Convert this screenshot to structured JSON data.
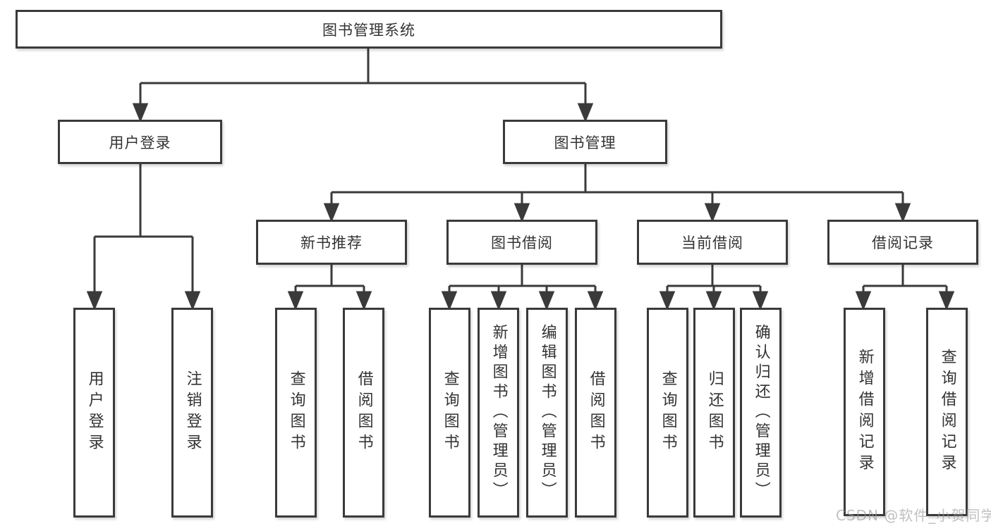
{
  "diagram": {
    "title": "图书管理系统",
    "level2": [
      {
        "label": "用户登录"
      },
      {
        "label": "图书管理"
      }
    ],
    "level3": [
      {
        "label": "新书推荐",
        "parent": "图书管理"
      },
      {
        "label": "图书借阅",
        "parent": "图书管理"
      },
      {
        "label": "当前借阅",
        "parent": "图书管理"
      },
      {
        "label": "借阅记录",
        "parent": "图书管理"
      }
    ],
    "leaves": [
      {
        "label": "用户登录",
        "parent": "用户登录"
      },
      {
        "label": "注销登录",
        "parent": "用户登录"
      },
      {
        "label": "查询图书",
        "parent": "新书推荐"
      },
      {
        "label": "借阅图书",
        "parent": "新书推荐"
      },
      {
        "label": "查询图书",
        "parent": "图书借阅"
      },
      {
        "label": "新增图书（管理员）",
        "parent": "图书借阅"
      },
      {
        "label": "编辑图书（管理员）",
        "parent": "图书借阅"
      },
      {
        "label": "借阅图书",
        "parent": "图书借阅"
      },
      {
        "label": "查询图书",
        "parent": "当前借阅"
      },
      {
        "label": "归还图书",
        "parent": "当前借阅"
      },
      {
        "label": "确认归还（管理员）",
        "parent": "当前借阅"
      },
      {
        "label": "新增借阅记录",
        "parent": "借阅记录"
      },
      {
        "label": "查询借阅记录",
        "parent": "借阅记录"
      }
    ],
    "watermark": "CSDN @软件_小贺同学",
    "colors": {
      "line": "#3a3a3a",
      "text": "#333333",
      "background": "#ffffff",
      "watermark_gray": "#969696"
    }
  }
}
